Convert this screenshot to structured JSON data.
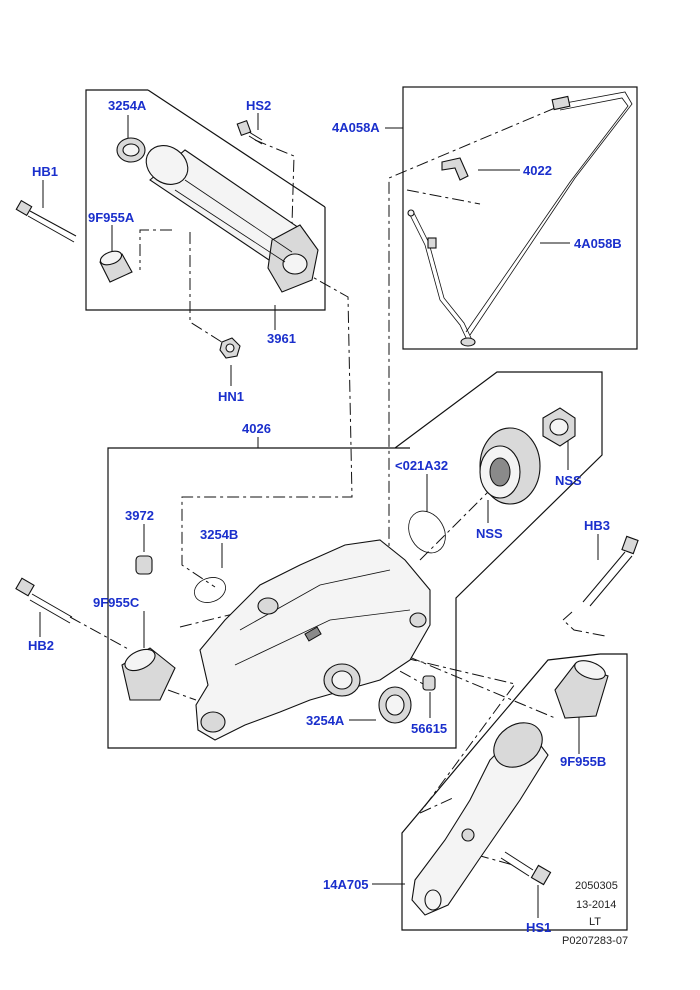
{
  "labels": {
    "l3254A_top": "3254A",
    "lHS2": "HS2",
    "lHB1": "HB1",
    "l9F955A": "9F955A",
    "l3961": "3961",
    "lHN1": "HN1",
    "l4A058A": "4A058A",
    "l4022": "4022",
    "l4A058B": "4A058B",
    "l4026": "4026",
    "l021A32": "<021A32",
    "lNSS1": "NSS",
    "lNSS2": "NSS",
    "l3972": "3972",
    "l3254B": "3254B",
    "lHB3": "HB3",
    "lHB2": "HB2",
    "l9F955C": "9F955C",
    "l3254A_bot": "3254A",
    "l56615": "56615",
    "l9F955B": "9F955B",
    "l14A705": "14A705",
    "lHS1": "HS1"
  },
  "footer": {
    "line1": "2050305",
    "line2": "13-2014",
    "line3": "LT",
    "line4": "P0207283-07"
  },
  "colors": {
    "label": "#1a2fcc",
    "line": "#111111",
    "text": "#222222"
  }
}
